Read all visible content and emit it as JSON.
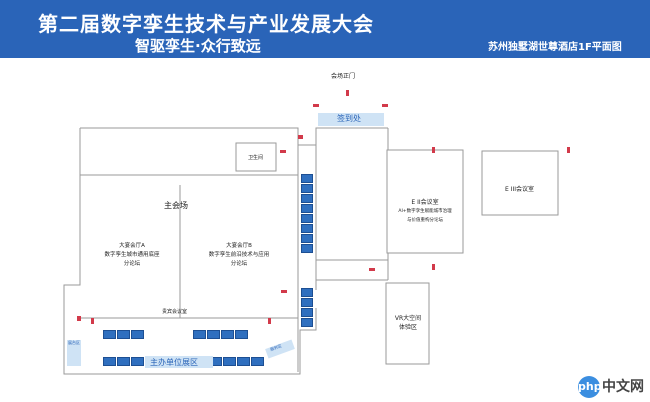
{
  "header": {
    "title": "第二届数字孪生技术与产业发展大会",
    "subtitle": "智驱孪生·众行致远",
    "location_label": "苏州独墅湖世尊酒店1F平面图"
  },
  "rooms": {
    "main_hall": "主会场",
    "hall_a_name": "大宴会厅A",
    "hall_a_desc_line1": "数字孪生城市通用底座",
    "hall_a_desc_line2": "分论坛",
    "hall_b_name": "大宴会厅B",
    "hall_b_desc_line1": "数字孪生前沿技术与应用",
    "hall_b_desc_line2": "分论坛",
    "restroom": "卫生间",
    "room_ii_name": "E II会议室",
    "room_ii_desc_line1": "AI+数字孪生赋能城市治理",
    "room_ii_desc_line2": "与价值重构分论坛",
    "room_iii_name": "E III会议室",
    "vip_lounge": "贵宾会议室",
    "multifunction_line1": "VR大空间",
    "multifunction_line2": "体验区",
    "entrance": "会场正门",
    "signin": "签到处",
    "exhibition": "主办单位展区",
    "host_booth": "展台区",
    "corner_tag": "服务区"
  },
  "watermark": {
    "logo_text": "php",
    "site": "中文网"
  },
  "colors": {
    "header_bg": "#2a64b8",
    "door": "#d23a4a",
    "booth": "#2f6fbf",
    "wall": "#9a9a9a"
  }
}
